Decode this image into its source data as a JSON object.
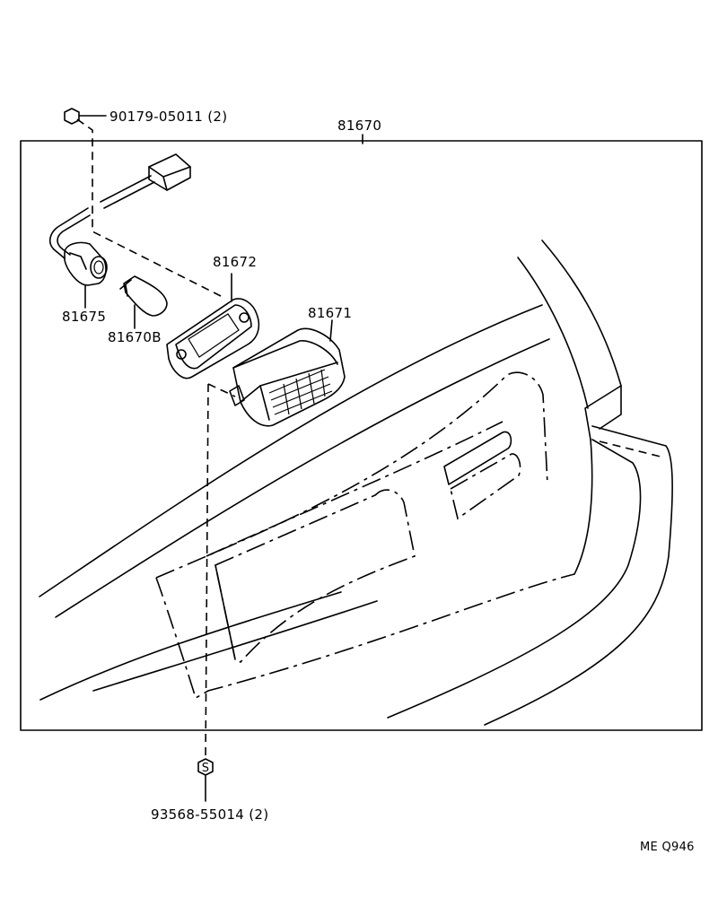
{
  "parts": {
    "assembly": "81670",
    "nut": "90179-05011 (2)",
    "socket": "81675",
    "bulb": "81670B",
    "gasket": "81672",
    "lens": "81671",
    "screw": "93568-55014 (2)"
  },
  "figure_code": "ME Q946",
  "icons": {
    "nut": "hex-nut-icon",
    "screw": "screw-s-icon"
  }
}
